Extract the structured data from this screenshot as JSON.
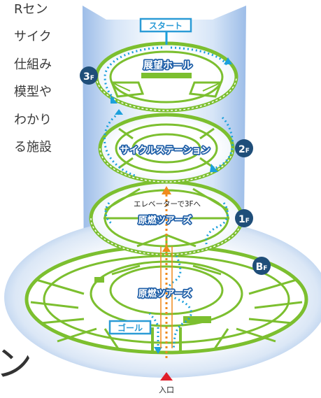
{
  "side_text": [
    "Rセン",
    "サイク",
    "仕組み",
    "模型や",
    "わかり",
    "る施設"
  ],
  "bottom_glyph": "ン",
  "labels": {
    "start": "スタート",
    "goal": "ゴール",
    "entrance": "入口",
    "elevator_note": "エレベーターで3Fへ",
    "hall_3f": "展望ホール",
    "station_2f": "サイクルステーション",
    "tour_1f": "原燃ツアーズ",
    "tour_bf": "原燃ツアーズ"
  },
  "floors": {
    "f3": {
      "num": "3",
      "suffix": "F"
    },
    "f2": {
      "num": "2",
      "suffix": "F"
    },
    "f1": {
      "num": "1",
      "suffix": "F"
    },
    "bf": {
      "num": "B",
      "suffix": "F"
    }
  },
  "colors": {
    "frame_green": "#7cbf2f",
    "glow_blue": "#a9c6ea",
    "floor_badge": "#1f4e79",
    "label_blue": "#2b9bd6",
    "route_dots": "#1ba0dc",
    "elevator_orange": "#f08a1c",
    "entrance_red": "#e01e2a"
  }
}
